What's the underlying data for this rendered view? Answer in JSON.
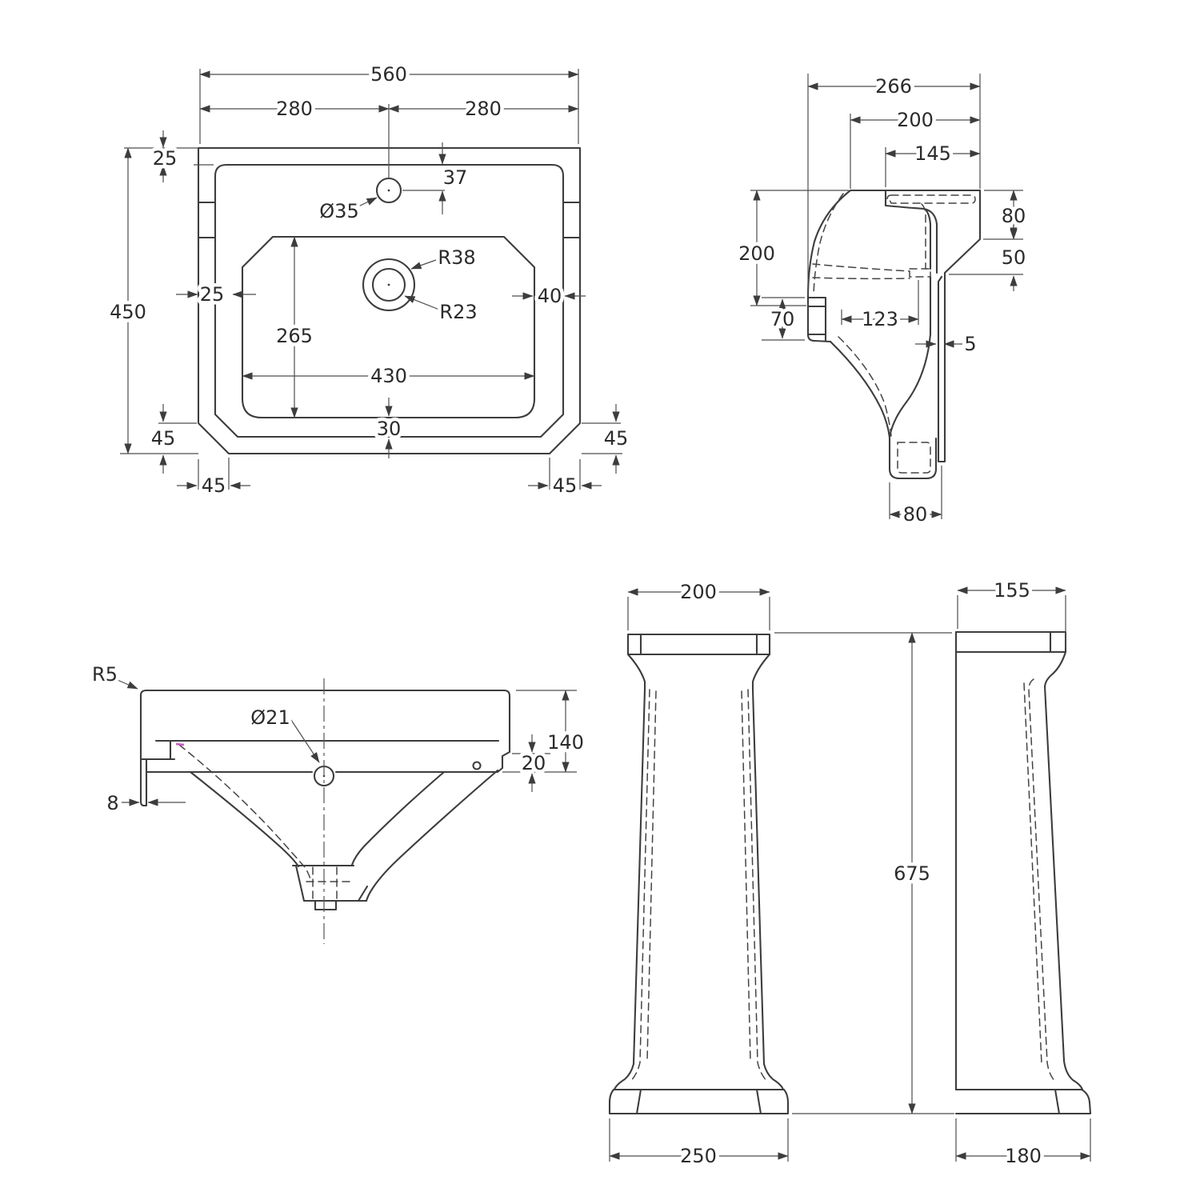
{
  "drawing": {
    "type": "technical-dimension-drawing",
    "subject": "basin and pedestal",
    "line_color": "#3d3d3d",
    "background": "#ffffff",
    "accent_mark_color": "#c65bc0"
  },
  "plan": {
    "width_overall": "560",
    "half_left": "280",
    "half_right": "280",
    "rim_top": "25",
    "depth_overall": "450",
    "tap_offset": "37",
    "tap_hole_dia": "Ø35",
    "overflow_radius": "R38",
    "waste_radius": "R23",
    "rim_left": "25",
    "bowl_side_gap": "40",
    "bowl_depth": "265",
    "bowl_width": "430",
    "bowl_bottom_gap": "30",
    "chamfer_left_v": "45",
    "chamfer_right_v": "45",
    "chamfer_left_h": "45",
    "chamfer_right_h": "45"
  },
  "side_section": {
    "depth_overall": "266",
    "ledge_depth": "200",
    "rim_depth": "145",
    "front_height": "200",
    "back_top": "80",
    "back_mid": "50",
    "front_apron": "70",
    "bowl_inner_depth": "123",
    "apron_thickness": "5",
    "foot_width": "80"
  },
  "front_section": {
    "corner_radius": "R5",
    "overflow_dia": "Ø21",
    "rim_height": "140",
    "edge_step": "20",
    "wall_thickness": "8"
  },
  "pedestal_front": {
    "top_width": "200",
    "base_width": "250",
    "height": "675"
  },
  "pedestal_side": {
    "top_width": "155",
    "base_width": "180"
  }
}
